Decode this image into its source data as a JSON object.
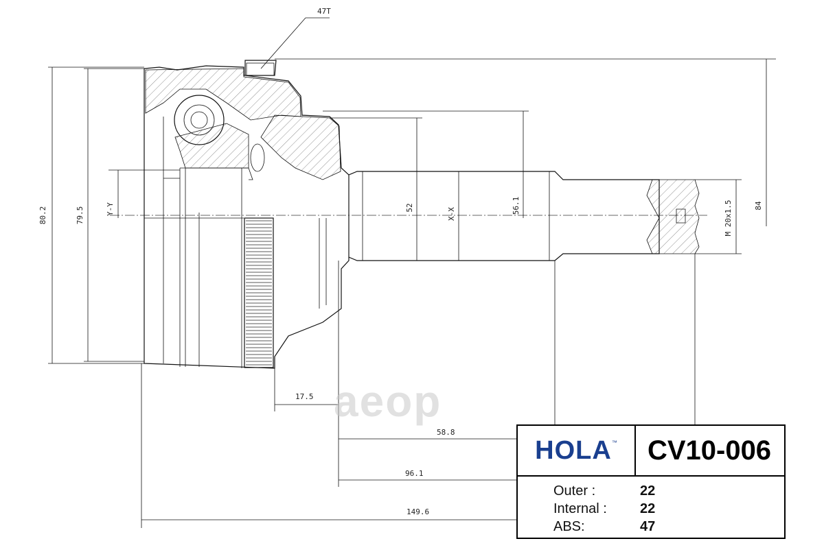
{
  "drawing": {
    "dimensions": {
      "teeth_label": "47T",
      "d_80_2": "80.2",
      "d_79_5": "79.5",
      "axis_yy": "Y-Y",
      "d_52": "52",
      "axis_xx": "X-X",
      "d_56_1": "56.1",
      "thread": "M 20x1.5",
      "d_84": "84",
      "d_17_5": "17.5",
      "d_58_8": "58.8",
      "d_96_1": "96.1",
      "d_149_6": "149.6"
    },
    "watermark": "aeop"
  },
  "titleblock": {
    "brand": "HOLA",
    "trademark": "™",
    "part_number": "CV10-006",
    "specs": [
      {
        "label": "Outer :",
        "value": "22"
      },
      {
        "label": "Internal :",
        "value": "22"
      },
      {
        "label": "ABS:",
        "value": "47"
      }
    ]
  }
}
